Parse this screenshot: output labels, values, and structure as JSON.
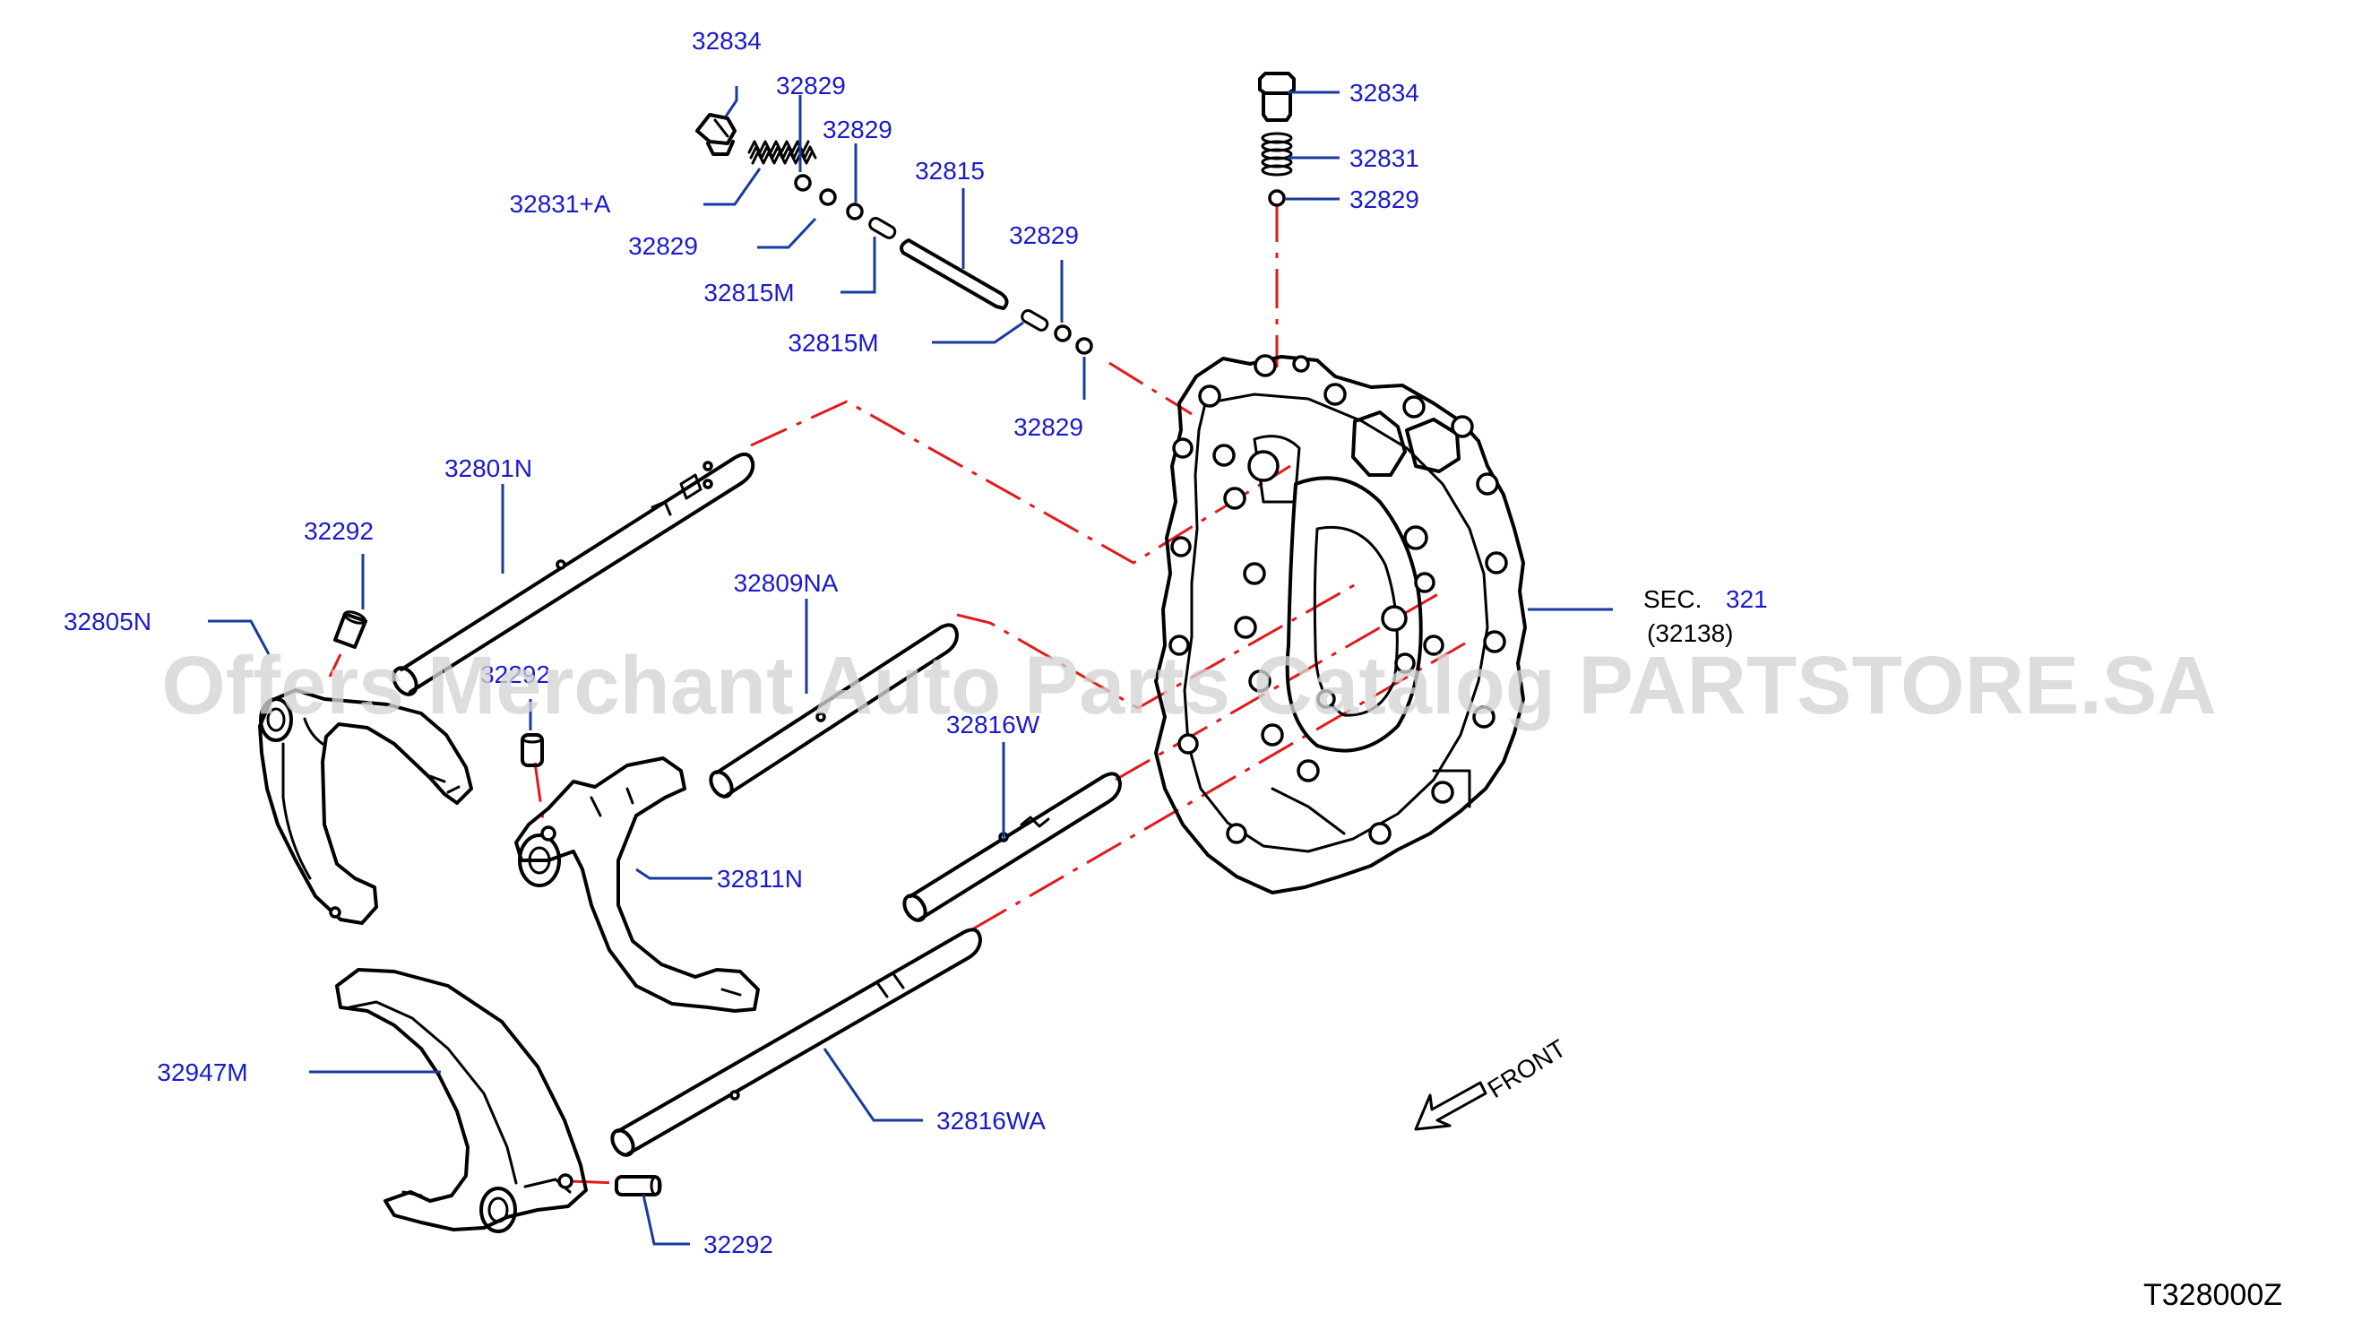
{
  "watermark": "Offers Merchant Auto Parts Catalog PARTSTORE.SA",
  "diagram_code": "T328000Z",
  "front_label": "FRONT",
  "sec_ref": {
    "prefix": "SEC.",
    "number": "321",
    "sub": "(32138)"
  },
  "labels": {
    "p32834_a": "32834",
    "p32829_a": "32829",
    "p32829_b": "32829",
    "p32831a": "32831+A",
    "p32829_c": "32829",
    "p32815": "32815",
    "p32815m_a": "32815M",
    "p32829_d": "32829",
    "p32815m_b": "32815M",
    "p32829_e": "32829",
    "p32834_b": "32834",
    "p32831": "32831",
    "p32829_f": "32829",
    "p32801n": "32801N",
    "p32292_a": "32292",
    "p32805n": "32805N",
    "p32292_b": "32292",
    "p32809na": "32809NA",
    "p32816w": "32816W",
    "p32811n": "32811N",
    "p32947m": "32947M",
    "p32816wa": "32816WA",
    "p32292_c": "32292"
  }
}
